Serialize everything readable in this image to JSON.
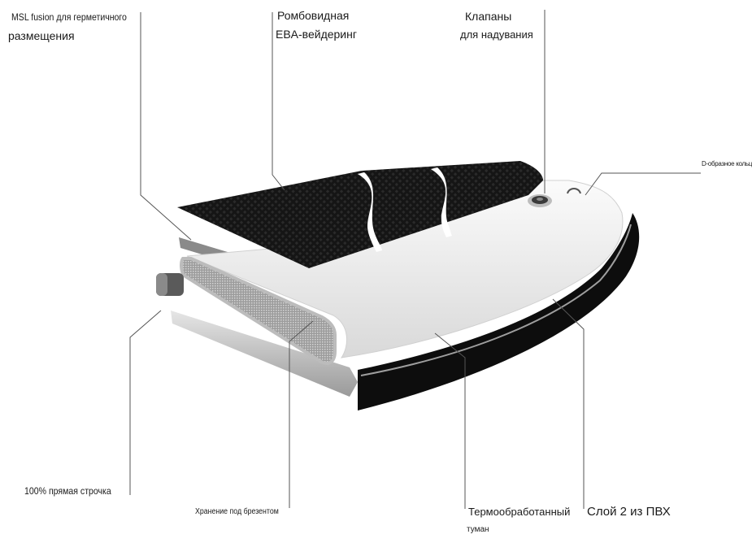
{
  "labels": {
    "msl_line1": "MSL fusion для герметичного",
    "msl_line2": "размещения",
    "eva_line1": "Ромбовидная",
    "eva_line2": "EBA-вейдеринг",
    "valves_line1": "Клапаны",
    "valves_line2": "для надувания",
    "d_ring": "D-образное кольцо",
    "stitch": "100% прямая строчка",
    "storage": "Хранение под брезентом",
    "thermo_line1": "Термообработанный",
    "thermo_line2": "туман",
    "pvc_layer": "Слой 2 из ПВХ"
  },
  "colors": {
    "deck_pad": "#161616",
    "board_body": "#f2f2f2",
    "rail_band": "#0d0d0d",
    "leader_line": "#555555"
  }
}
